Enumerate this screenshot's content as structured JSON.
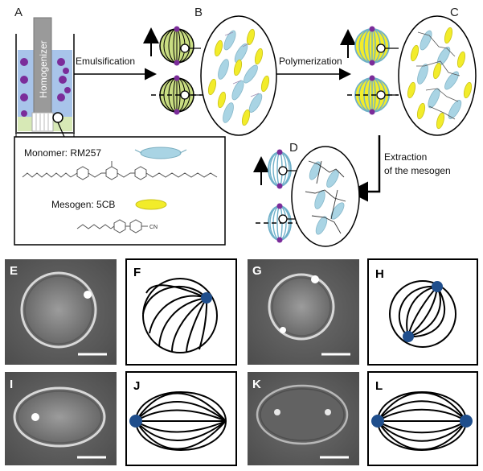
{
  "panels": {
    "A": "A",
    "B": "B",
    "C": "C",
    "D": "D",
    "E": "E",
    "F": "F",
    "G": "G",
    "H": "H",
    "I": "I",
    "J": "J",
    "K": "K",
    "L": "L"
  },
  "steps": {
    "homogenizer": "Homogenizer",
    "emulsification": "Emulsification",
    "polymerization": "Polymerization",
    "extraction_line1": "Extraction",
    "extraction_line2": "of the mesogen"
  },
  "materials": {
    "monomer": "Monomer: RM257",
    "mesogen": "Mesogen: 5CB",
    "cn": "CN"
  },
  "colors": {
    "lc_yellow": "#f2ec2a",
    "lc_green": "#c9dd82",
    "polymer_blue": "#a9d4e4",
    "defect_purple": "#7b2c9a",
    "defect_blue": "#1f4e8c",
    "emulsion_blue": "#a8c4ea"
  }
}
